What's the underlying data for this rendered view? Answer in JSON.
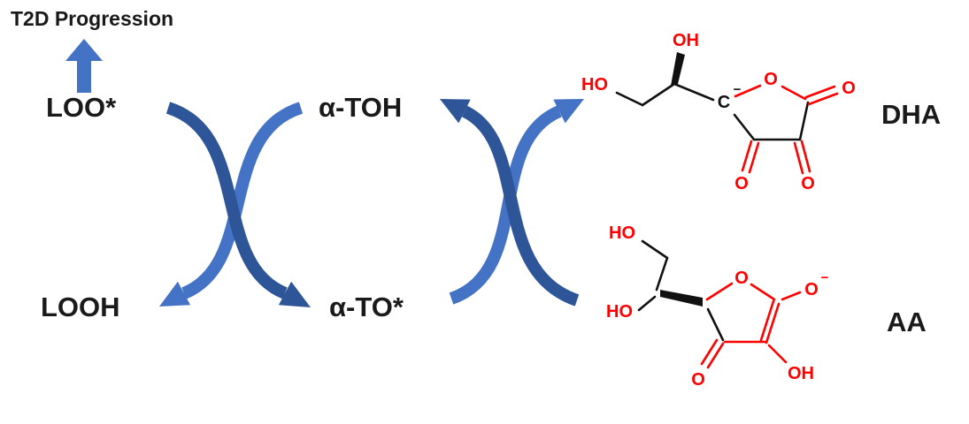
{
  "colors": {
    "arrow_dark": "#2E5597",
    "arrow_light": "#4472C4",
    "red": "#FE0000",
    "ink": "#1A1A1A"
  },
  "labels": {
    "progression": "T2D Progression",
    "loo": "LOO*",
    "looh": "LOOH",
    "atoh": "α-TOH",
    "ato": "α-TO*",
    "dha": "DHA",
    "aa": "AA"
  },
  "dha_structure": {
    "ho_top": "HO",
    "oh_top": "OH",
    "carbon": "C",
    "charge": "−",
    "ring_o": "O",
    "o_right": "O",
    "o_bottom_right": "O",
    "o_bottom_left": "O"
  },
  "aa_structure": {
    "ho_top": "HO",
    "ho_left": "HO",
    "ring_o": "O",
    "o_enolate": "O",
    "charge": "−",
    "oh_bottom": "OH",
    "o_carbonyl": "O"
  }
}
